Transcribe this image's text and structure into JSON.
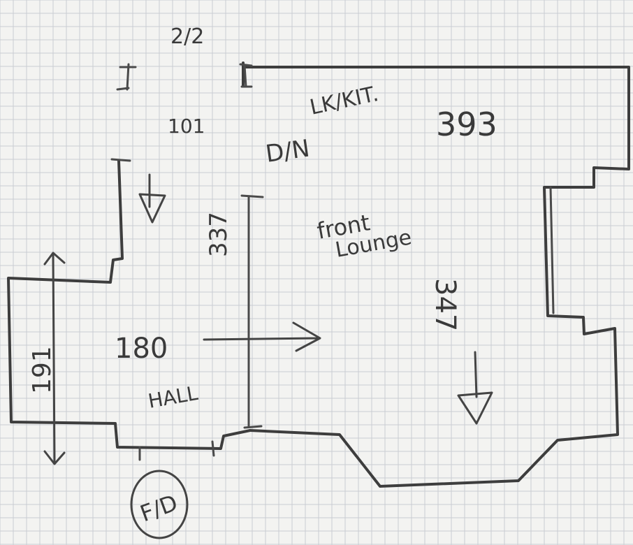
{
  "labels": {
    "ceiling_height": "2/2",
    "width_101": "101",
    "dining": "D/N",
    "kitchen_lounge": "LK/KIT.",
    "length_393": "393",
    "height_337": "337",
    "front_lounge_line1": "front",
    "front_lounge_line2": "Lounge",
    "width_347": "347",
    "hall_180": "180",
    "hall": "HALL",
    "hall_191": "191",
    "front_door": "F/D"
  },
  "colors": {
    "paper": "#f3f3f1",
    "grid": "#c9cdd3",
    "pencil": "#3d3d3d"
  }
}
